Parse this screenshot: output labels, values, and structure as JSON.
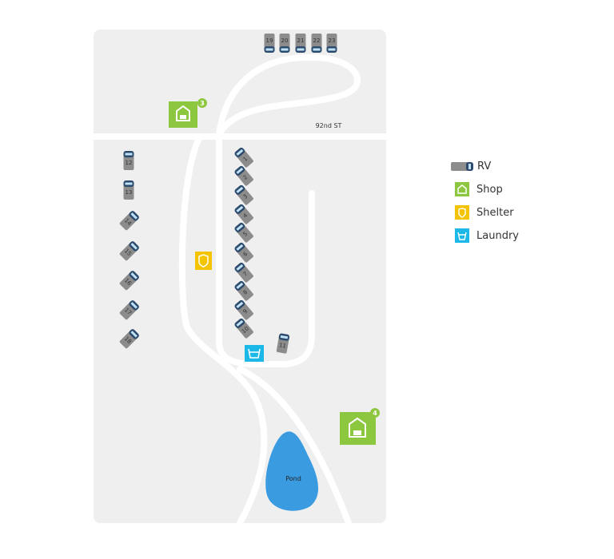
{
  "map": {
    "street_label": "92nd ST",
    "pond_label": "Pond",
    "shops": [
      {
        "badge": "3"
      },
      {
        "badge": "4"
      }
    ],
    "rv_sites": [
      "1",
      "2",
      "3",
      "4",
      "5",
      "6",
      "7",
      "8",
      "9",
      "10",
      "11",
      "12",
      "13",
      "14",
      "15",
      "16",
      "17",
      "18",
      "19",
      "20",
      "21",
      "22",
      "23"
    ]
  },
  "legend": {
    "items": [
      {
        "label": "RV",
        "icon": "rv-icon"
      },
      {
        "label": "Shop",
        "icon": "shop-icon"
      },
      {
        "label": "Shelter",
        "icon": "shelter-icon"
      },
      {
        "label": "Laundry",
        "icon": "laundry-icon"
      }
    ]
  },
  "colors": {
    "ground": "#efefef",
    "road": "#ffffff",
    "shop": "#8dc63f",
    "shelter": "#f5c400",
    "laundry": "#1cb8e8",
    "pond": "#3b9be0",
    "rv_body": "#8c8c8c",
    "rv_cab": "#2c4a6b"
  }
}
